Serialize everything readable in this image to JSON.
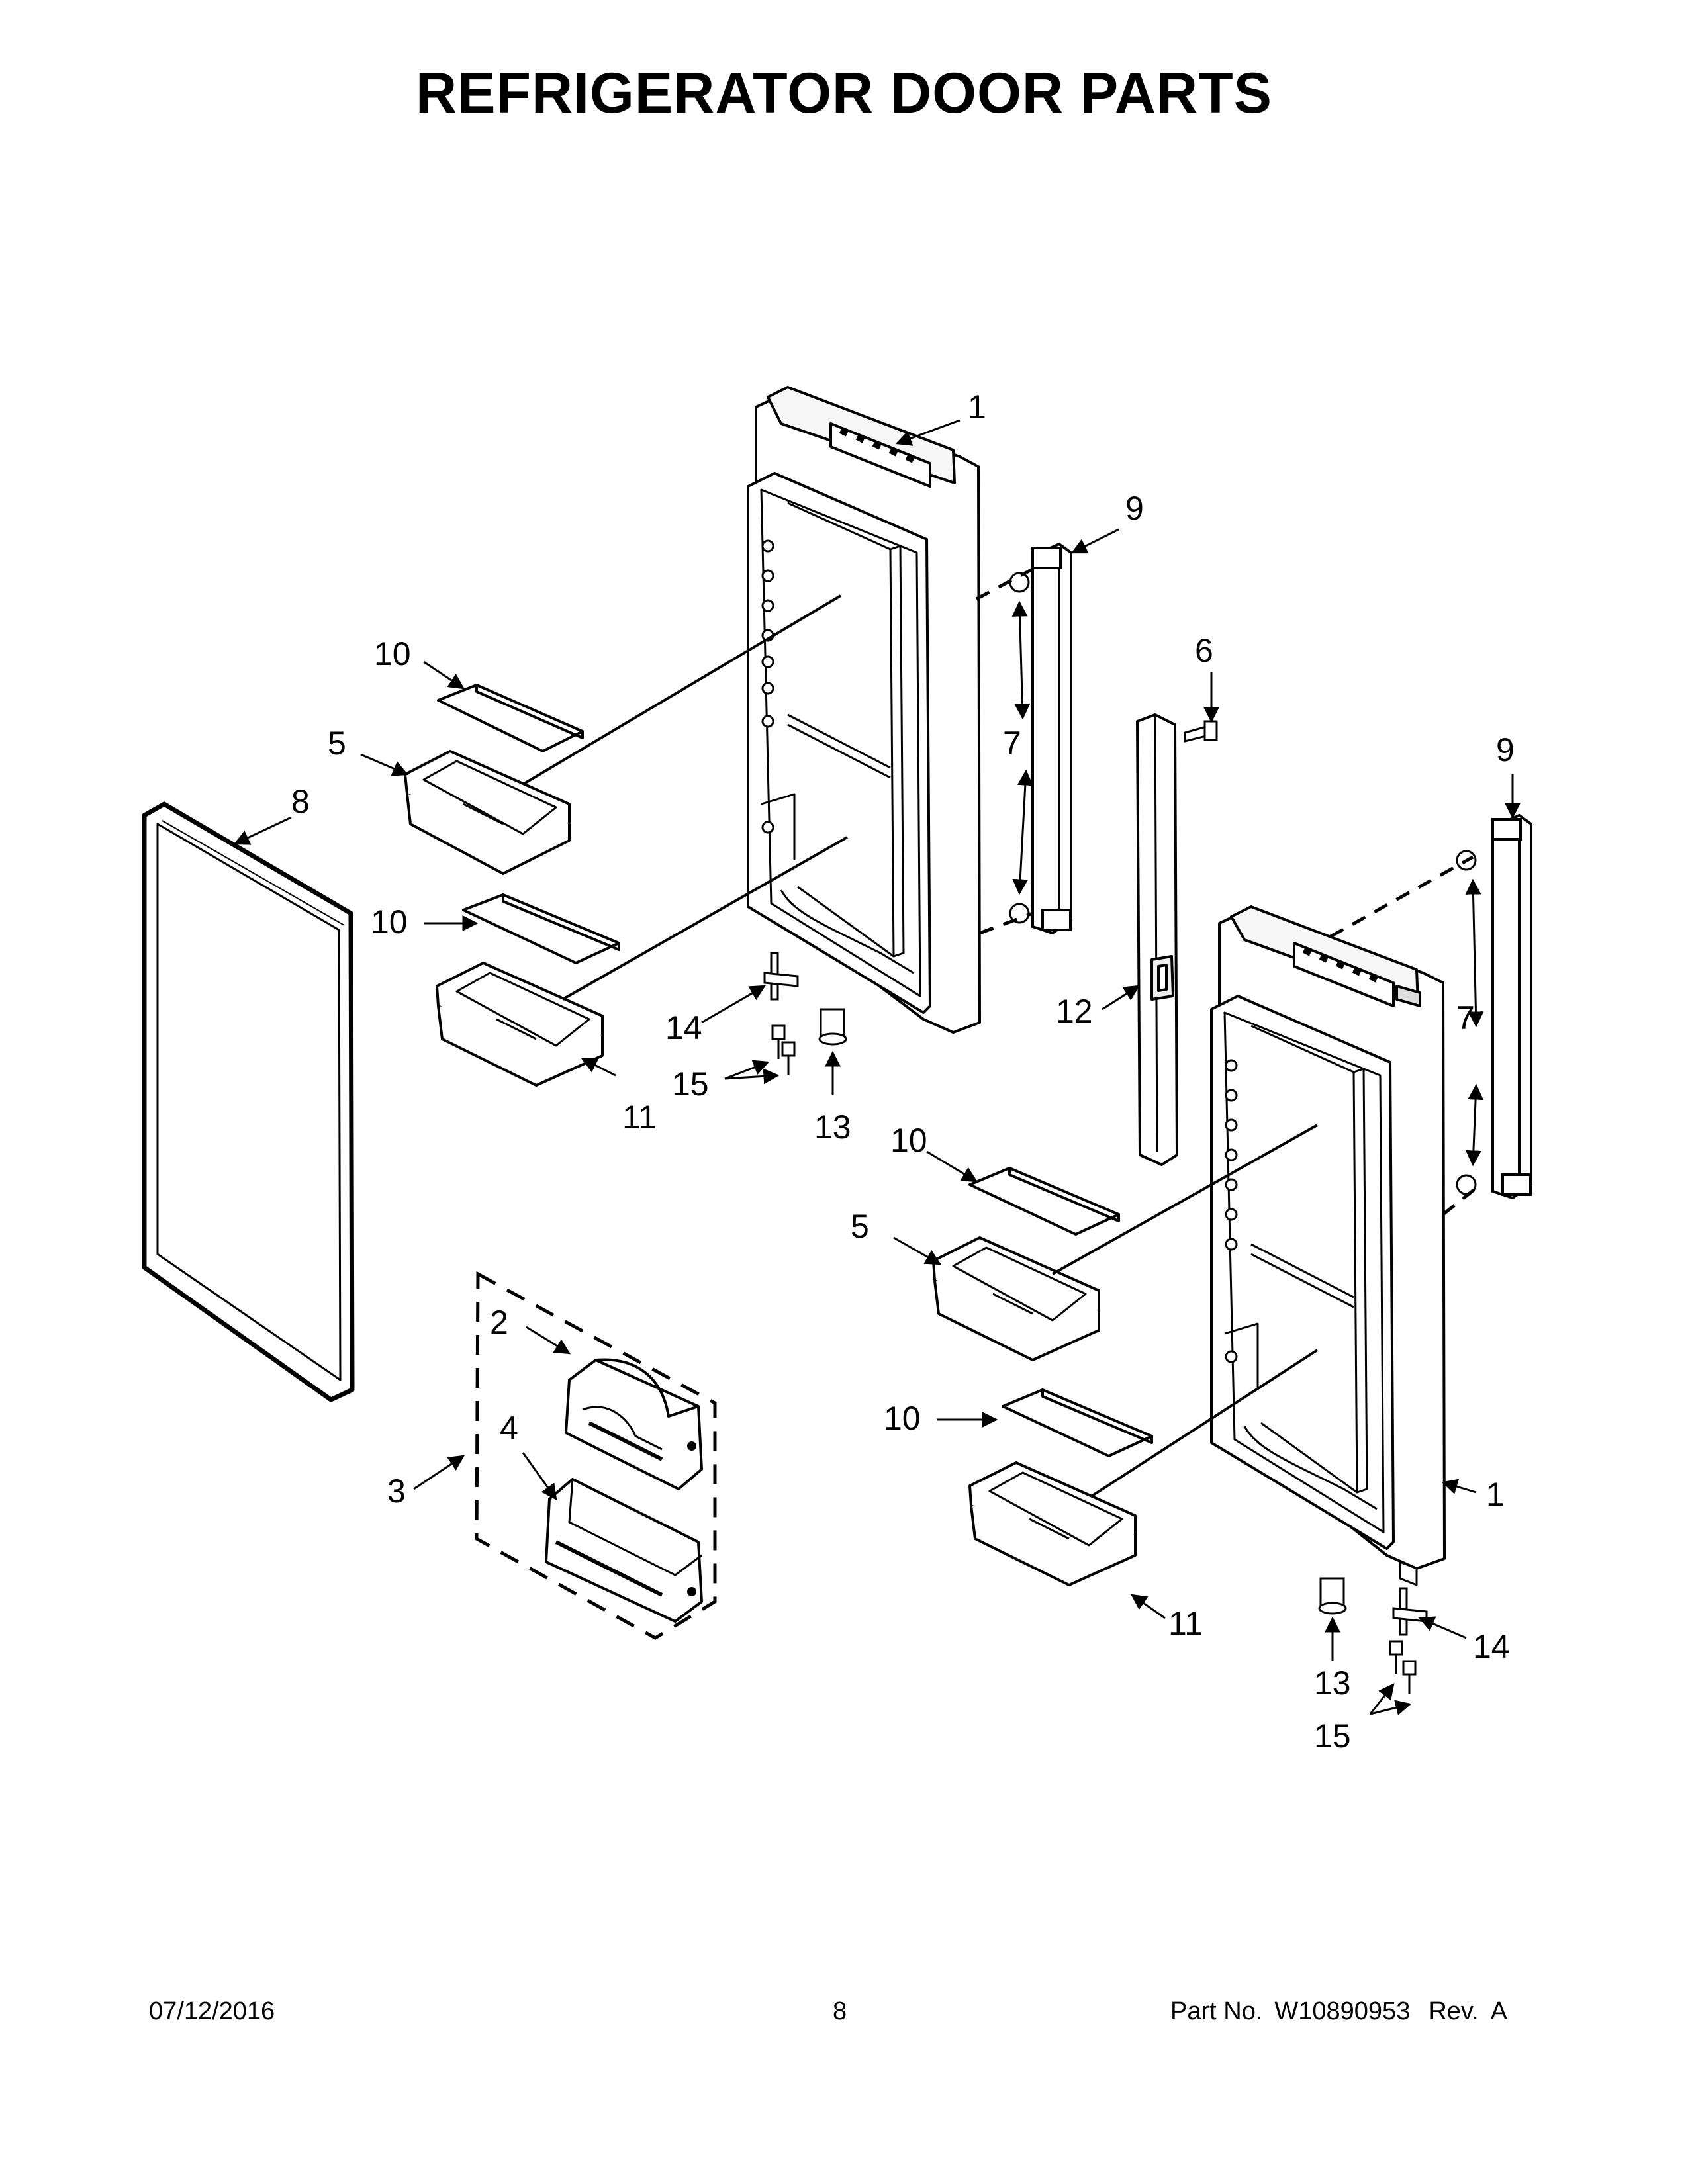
{
  "title": "REFRIGERATOR DOOR PARTS",
  "callouts": [
    {
      "id": "c1a",
      "text": "1"
    },
    {
      "id": "c9a",
      "text": "9"
    },
    {
      "id": "c6",
      "text": "6"
    },
    {
      "id": "c10a",
      "text": "10"
    },
    {
      "id": "c5a",
      "text": "5"
    },
    {
      "id": "c7a",
      "text": "7"
    },
    {
      "id": "c8",
      "text": "8"
    },
    {
      "id": "c9b",
      "text": "9"
    },
    {
      "id": "c10b",
      "text": "10"
    },
    {
      "id": "c12",
      "text": "12"
    },
    {
      "id": "c7b",
      "text": "7"
    },
    {
      "id": "c14a",
      "text": "14"
    },
    {
      "id": "c15a",
      "text": "15"
    },
    {
      "id": "c11a",
      "text": "11"
    },
    {
      "id": "c13a",
      "text": "13"
    },
    {
      "id": "c10c",
      "text": "10"
    },
    {
      "id": "c5b",
      "text": "5"
    },
    {
      "id": "c2",
      "text": "2"
    },
    {
      "id": "c4",
      "text": "4"
    },
    {
      "id": "c3",
      "text": "3"
    },
    {
      "id": "c10d",
      "text": "10"
    },
    {
      "id": "c1b",
      "text": "1"
    },
    {
      "id": "c11b",
      "text": "11"
    },
    {
      "id": "c14b",
      "text": "14"
    },
    {
      "id": "c13b",
      "text": "13"
    },
    {
      "id": "c15b",
      "text": "15"
    }
  ],
  "footer": {
    "date": "07/12/2016",
    "page": "8",
    "part_label": "Part No.",
    "part_number": "W10890953",
    "rev_label": "Rev.",
    "rev": "A"
  }
}
